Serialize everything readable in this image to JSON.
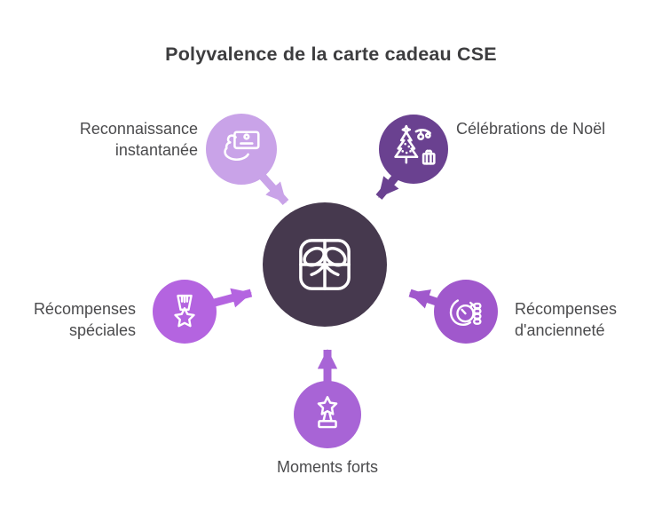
{
  "title": "Polyvalence de la carte cadeau CSE",
  "hub": {
    "icon": "gift-icon"
  },
  "nodes": [
    {
      "id": "recognition",
      "label": "Reconnaissance instantanée",
      "icon": "hand-holding-card-icon",
      "position": "top-left"
    },
    {
      "id": "christmas",
      "label": "Célébrations de Noël",
      "icon": "christmas-tree-icon",
      "position": "top-right"
    },
    {
      "id": "special",
      "label": "Récompenses spéciales",
      "icon": "medal-star-icon",
      "position": "left"
    },
    {
      "id": "seniority",
      "label": "Récompenses d'ancienneté",
      "icon": "hand-stopwatch-icon",
      "position": "right"
    },
    {
      "id": "moments",
      "label": "Moments forts",
      "icon": "star-trophy-icon",
      "position": "bottom"
    }
  ],
  "colors": {
    "recognition": "#c9a3e8",
    "christmas": "#6a4190",
    "special": "#b464e0",
    "seniority": "#a058cc",
    "moments": "#a864d6",
    "hub": "#46394e",
    "title": "#3d3d3f",
    "label": "#4b4b4d",
    "background": "#ffffff"
  }
}
